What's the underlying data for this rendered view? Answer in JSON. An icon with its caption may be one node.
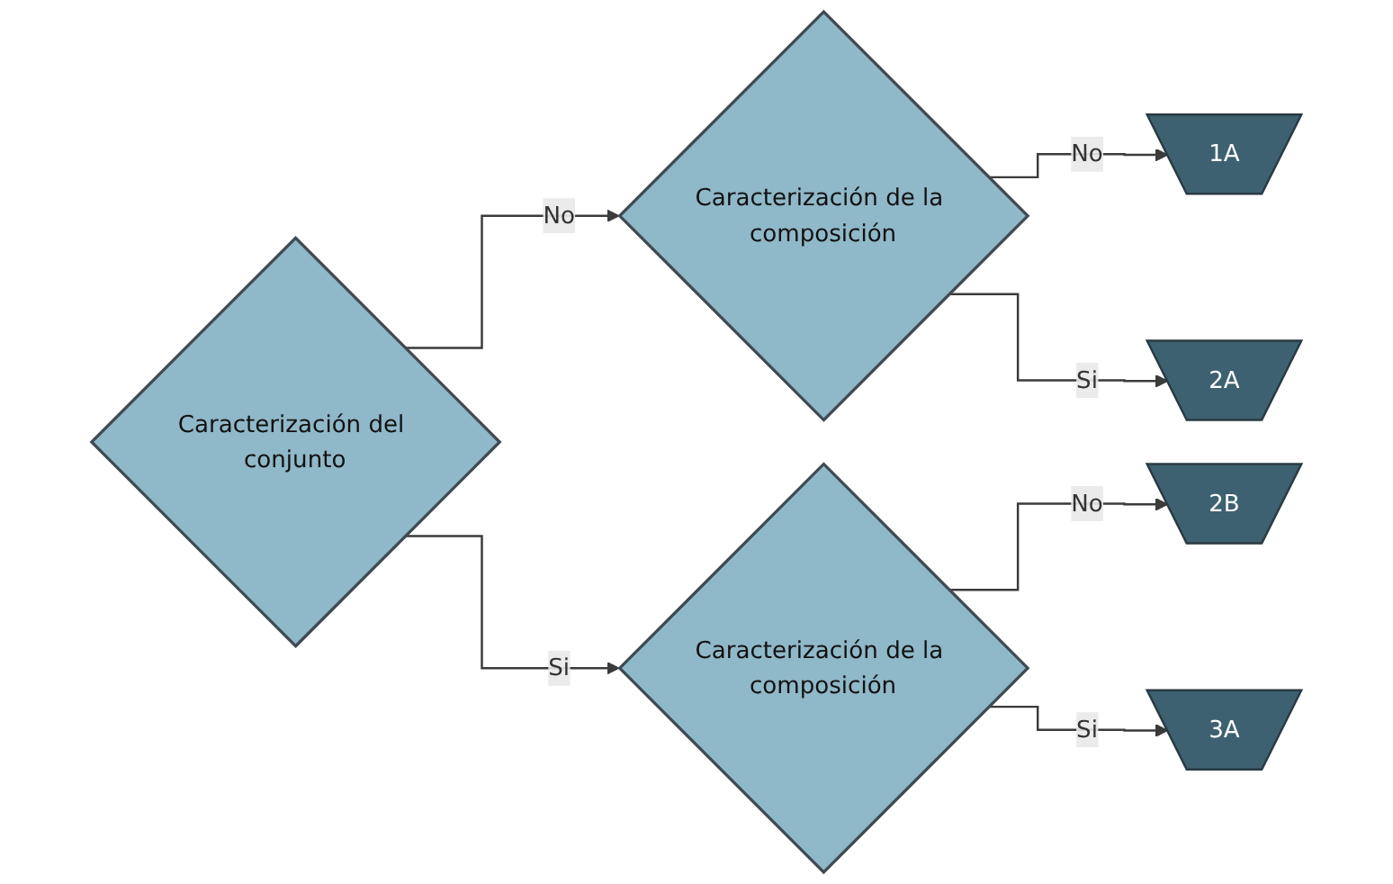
{
  "diagram": {
    "nodes": [
      {
        "text": [
          "Caracterización del conjunto"
        ]
      },
      {
        "text": [
          "Caracterización de la composición"
        ]
      },
      {
        "text": [
          "1A"
        ]
      },
      {
        "text": [
          "2A"
        ]
      },
      {
        "text": [
          "Caracterización de la composición"
        ]
      },
      {
        "text": [
          "2B"
        ]
      },
      {
        "text": [
          "3A"
        ]
      }
    ],
    "edges": [
      {
        "from": 0,
        "to": 1,
        "arrow": "to",
        "label": "No"
      },
      {
        "from": 1,
        "to": 2,
        "arrow": "to",
        "label": "No"
      },
      {
        "from": 1,
        "to": 3,
        "arrow": "to",
        "label": "Si"
      },
      {
        "from": 0,
        "to": 4,
        "arrow": "to",
        "label": "Si"
      },
      {
        "from": 4,
        "to": 5,
        "arrow": "to",
        "label": "No"
      },
      {
        "from": 4,
        "to": 6,
        "arrow": "to",
        "label": "Si"
      }
    ]
  }
}
